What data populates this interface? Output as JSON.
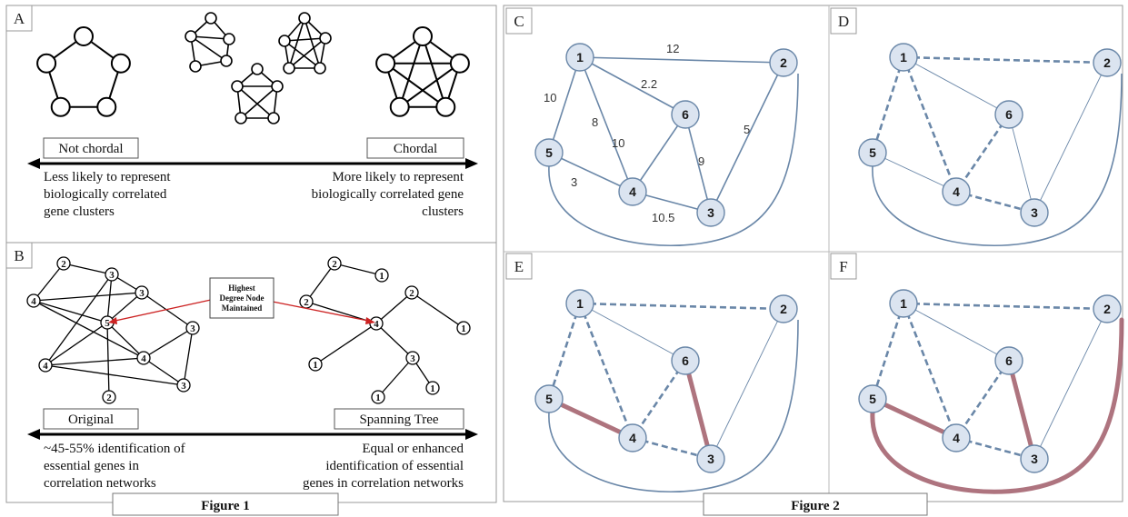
{
  "colors": {
    "edge_blue": "#6a87a8",
    "node_fill": "#dbe4f0",
    "node_stroke": "#6a87a8",
    "highlight": "#a05c68",
    "arrow_red": "#cc2222"
  },
  "figure1": {
    "caption": "Figure 1",
    "panelA": {
      "label": "A",
      "left_box": "Not chordal",
      "right_box": "Chordal",
      "left_text": [
        "Less likely to represent",
        "biologically correlated",
        "gene clusters"
      ],
      "right_text": [
        "More likely to represent",
        "biologically correlated gene",
        "clusters"
      ]
    },
    "panelB": {
      "label": "B",
      "left_box": "Original",
      "right_box": "Spanning Tree",
      "callout": [
        "Highest",
        "Degree Node",
        "Maintained"
      ],
      "left_text": [
        "~45-55% identification of",
        "essential genes in",
        "correlation networks"
      ],
      "right_text": [
        "Equal or enhanced",
        "identification of essential",
        "genes in correlation networks"
      ],
      "original_node_labels": [
        "2",
        "3",
        "4",
        "3",
        "5",
        "3",
        "4",
        "4",
        "3",
        "2"
      ],
      "tree_node_labels": [
        "2",
        "1",
        "2",
        "2",
        "4",
        "1",
        "3",
        "1",
        "1",
        "1"
      ]
    }
  },
  "figure2": {
    "caption": "Figure 2",
    "panels": [
      "C",
      "D",
      "E",
      "F"
    ],
    "node_labels": [
      "1",
      "2",
      "6",
      "5",
      "4",
      "3"
    ],
    "edge_weights": [
      "12",
      "10",
      "2.2",
      "8",
      "10",
      "5",
      "9",
      "3",
      "10.5"
    ]
  }
}
